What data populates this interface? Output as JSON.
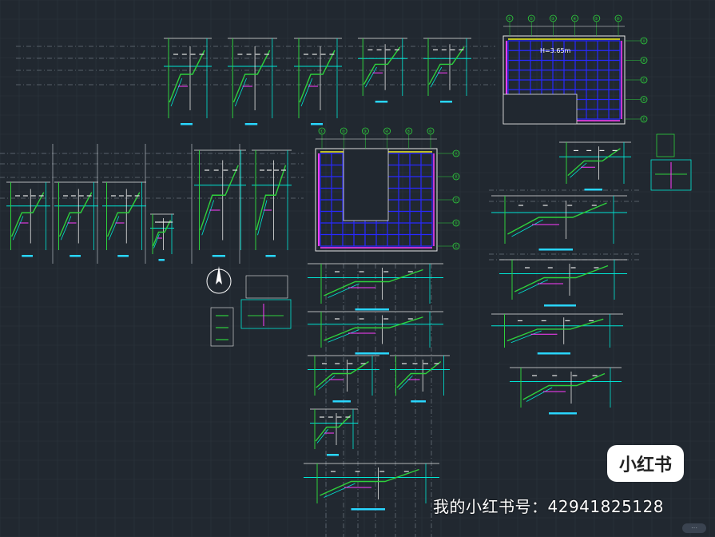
{
  "drawing": {
    "background": "#212830",
    "colors": {
      "grid": "#2c343d",
      "axis_dash": "#8b95a0",
      "cyan": "#00e5d4",
      "green": "#2ed03c",
      "white": "#e6e6e6",
      "magenta": "#ff3cff",
      "blue": "#2828ff",
      "yellow": "#f2f21e",
      "label_cyan": "#29d6ff"
    },
    "plan_top": {
      "level_label": "H=3.65m",
      "column_tags": [
        "①",
        "②",
        "③",
        "④",
        "⑤",
        "⑥"
      ],
      "row_tags": [
        "Ⓐ",
        "Ⓑ",
        "Ⓒ",
        "Ⓓ",
        "Ⓔ"
      ]
    },
    "plan_mid": {
      "column_tags": [
        "①",
        "②",
        "③",
        "④",
        "⑤",
        "⑥"
      ],
      "row_tags": [
        "Ⓐ",
        "Ⓑ",
        "Ⓒ",
        "Ⓓ",
        "Ⓔ"
      ]
    }
  },
  "watermark": {
    "logo_text": "小红书",
    "account_text": "我的小红书号：42941825128"
  }
}
